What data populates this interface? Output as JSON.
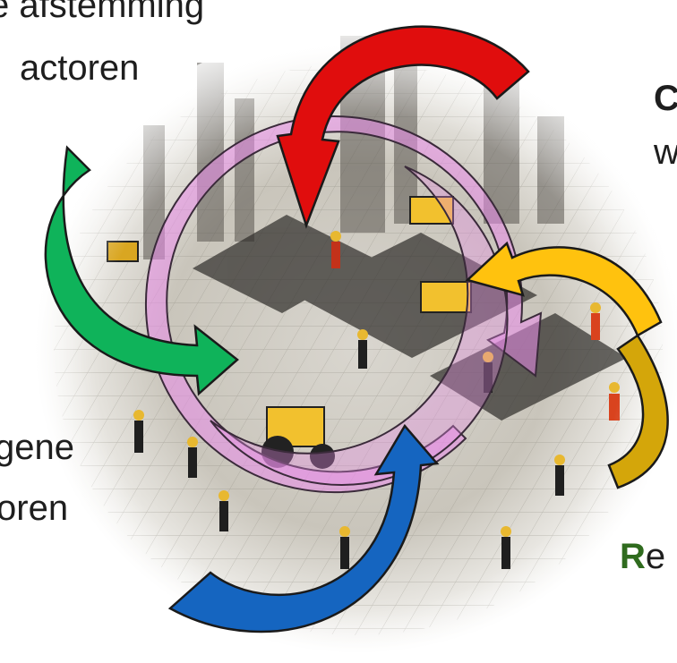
{
  "labels": {
    "top_left_line1": "e afstemming",
    "top_left_line2": "actoren",
    "bottom_left_line1": "gene",
    "bottom_left_line2": "oren",
    "top_right_line1": "C",
    "top_right_line2": "w",
    "bottom_right_accent": "R",
    "bottom_right_rest": "e"
  },
  "arrows": [
    {
      "name": "red-arrow",
      "color": "#e00d0d"
    },
    {
      "name": "yellow-arrow",
      "color": "#ffc20e"
    },
    {
      "name": "gold-arrow",
      "color": "#d4a60a"
    },
    {
      "name": "green-arrow",
      "color": "#0fb35a"
    },
    {
      "name": "blue-arrow",
      "color": "#1565c0"
    },
    {
      "name": "pink-cycle-arrow",
      "color": "#e98ce9"
    }
  ],
  "colors": {
    "text": "#1e1e1e",
    "accent_green": "#2f6b1e"
  }
}
